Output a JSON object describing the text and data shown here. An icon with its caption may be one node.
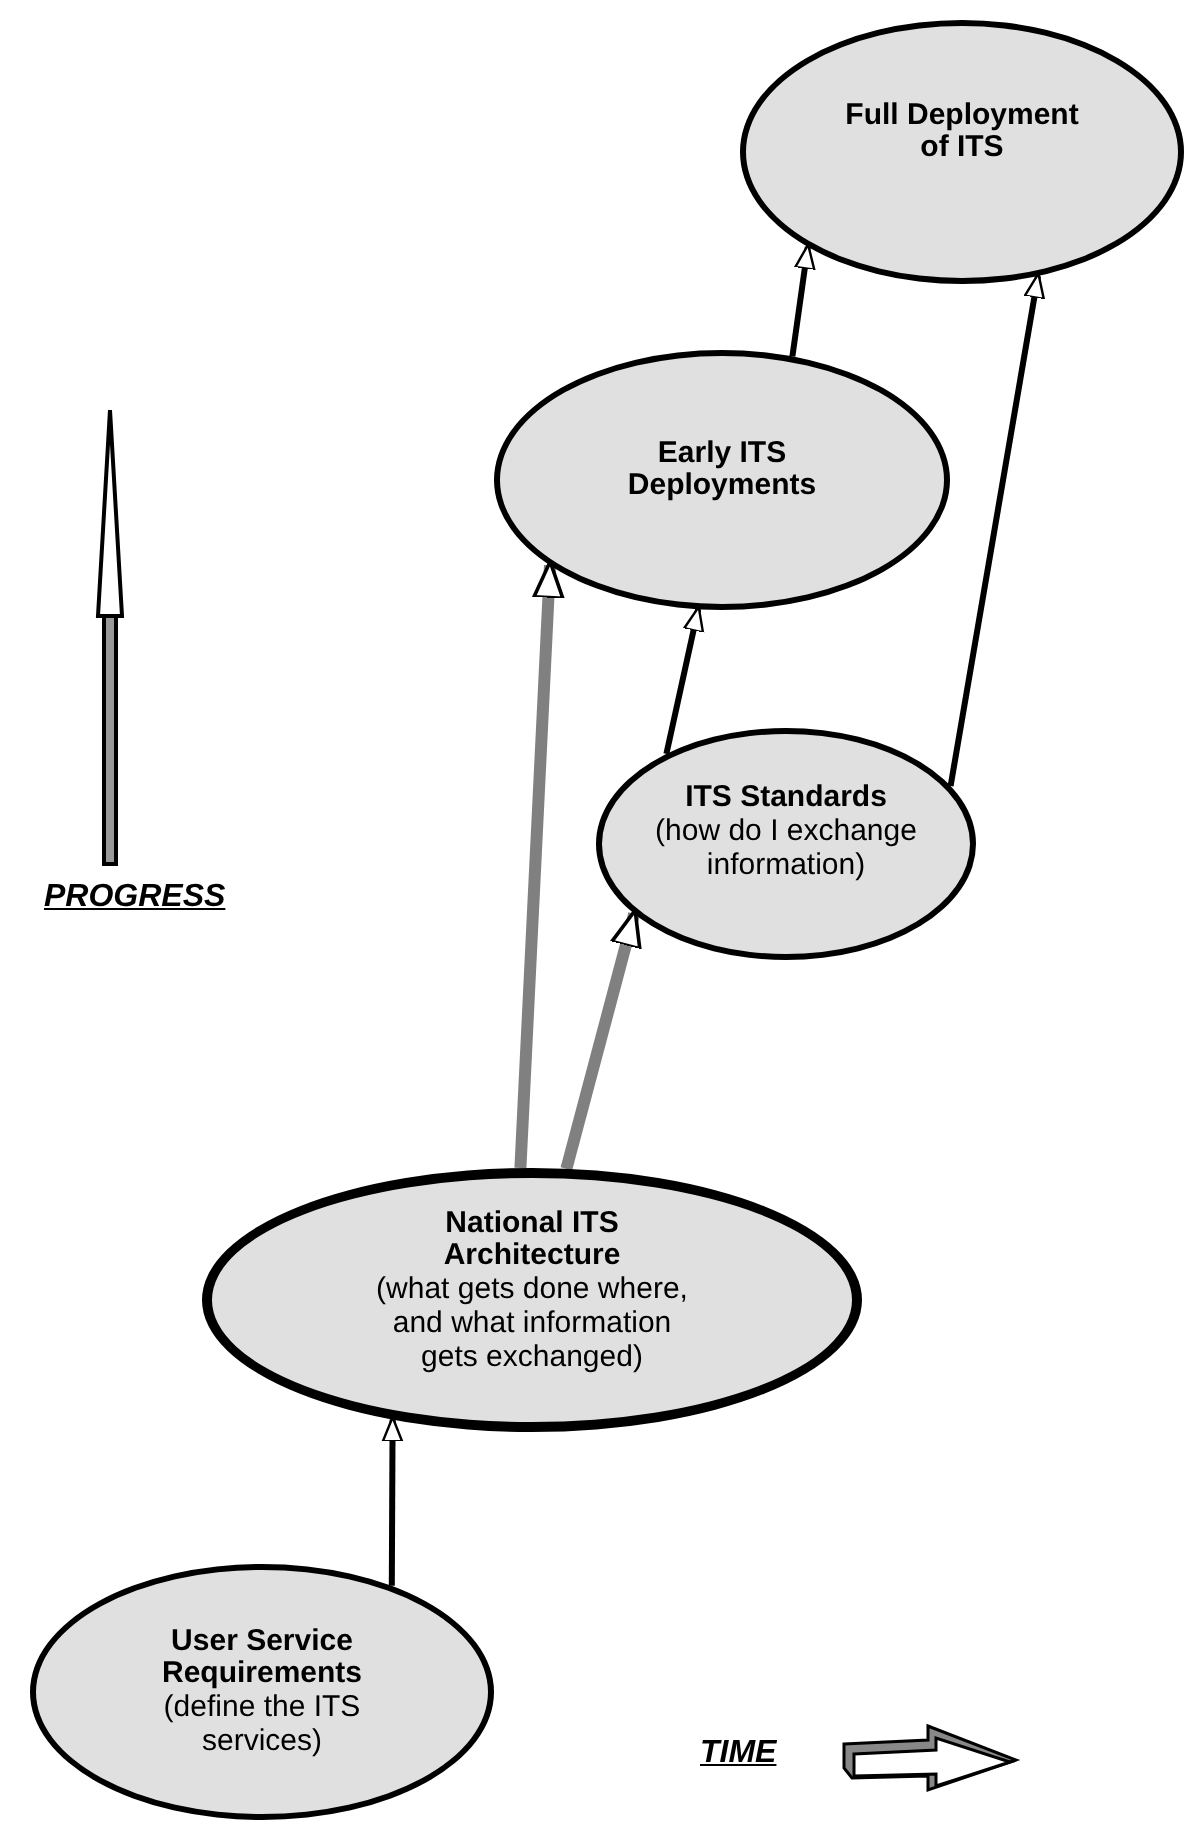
{
  "diagram": {
    "nodes": [
      {
        "text": [
          "Full Deployment of ITS"
        ]
      },
      {
        "text": [
          "Early ITS Deployments"
        ]
      },
      {
        "text": [
          "ITS Standards",
          "(how do I exchange information)"
        ]
      },
      {
        "text": [
          "National ITS Architecture",
          "(what gets done where, and what information gets exchanged)"
        ]
      },
      {
        "text": [
          "User Service Requirements",
          "(define the ITS services)"
        ]
      }
    ],
    "edges": [
      {
        "from": 4,
        "to": 3,
        "arrow": "to"
      },
      {
        "from": 3,
        "to": 1,
        "arrow": "to",
        "style": "thick",
        "color": "#808080"
      },
      {
        "from": 3,
        "to": 2,
        "arrow": "to",
        "style": "thick",
        "color": "#808080"
      },
      {
        "from": 2,
        "to": 1,
        "arrow": "to"
      },
      {
        "from": 1,
        "to": 0,
        "arrow": "to"
      },
      {
        "from": 2,
        "to": 0,
        "arrow": "to"
      }
    ],
    "labels": [
      "PROGRESS",
      "TIME"
    ]
  }
}
